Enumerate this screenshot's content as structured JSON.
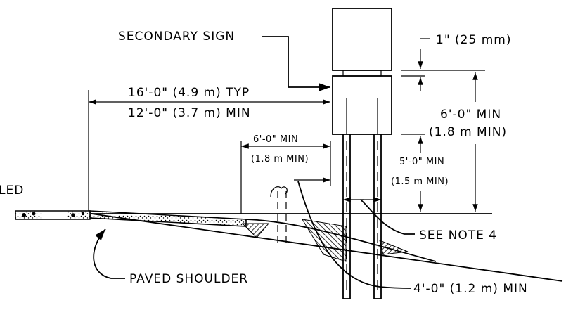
{
  "labels": {
    "secondary_sign": "SECONDARY SIGN",
    "one_inch": "1\" (25  mm)",
    "dim_16ft": "16'-0\" (4.9  m) TYP",
    "dim_12ft": "12'-0\" (3.7  m) MIN",
    "dim_6ft_min": "6'-0\" MIN",
    "dim_1_8m_min": "(1.8  m  MIN)",
    "dim_6ft_small": "6'-0\" MIN",
    "dim_1_8m_small": "(1.8  m  MIN)",
    "dim_5ft_min": "5'-0\" MIN",
    "dim_1_5m_min": "(1.5  m  MIN)",
    "partial_left": "LED",
    "see_note": "SEE  NOTE  4",
    "paved_shoulder": "PAVED  SHOULDER",
    "dim_4ft": "4'-0\" (1.2  m) MIN"
  }
}
